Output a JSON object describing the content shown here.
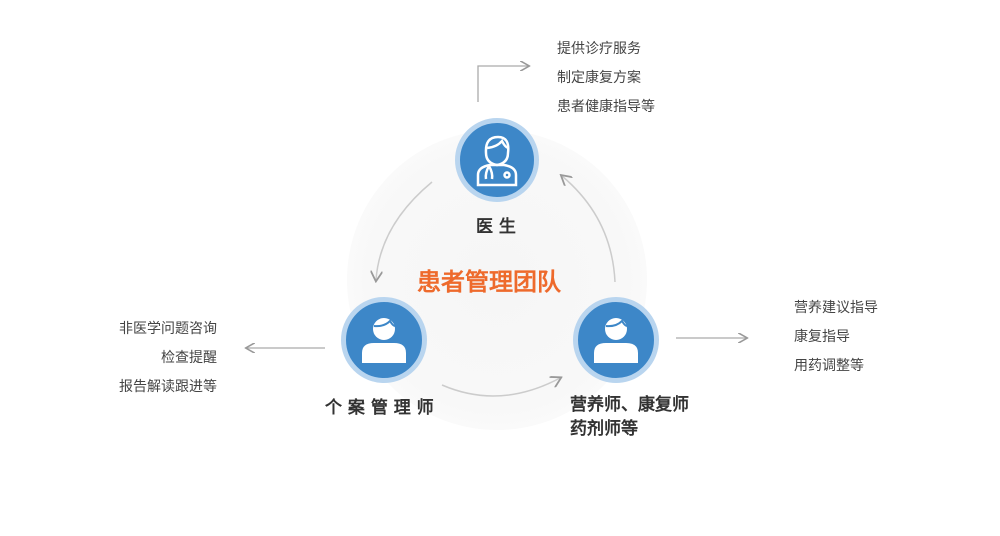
{
  "title": "患者管理团队",
  "colors": {
    "accent": "#ee6a2c",
    "node": "#3d87c8",
    "ring": "#b9d5ef"
  },
  "doctor": {
    "label": "医 生",
    "icon": "doctor-icon",
    "items": [
      "提供诊疗服务",
      "制定康复方案",
      "患者健康指导等"
    ]
  },
  "case_manager": {
    "label": "个 案 管 理 师",
    "icon": "person-icon",
    "items": [
      "非医学问题咨询",
      "检查提醒",
      "报告解读跟进等"
    ]
  },
  "specialists": {
    "label_line1": "营养师、康复师",
    "label_line2": "药剂师等",
    "icon": "person-icon",
    "items": [
      "营养建议指导",
      "康复指导",
      "用药调整等"
    ]
  }
}
